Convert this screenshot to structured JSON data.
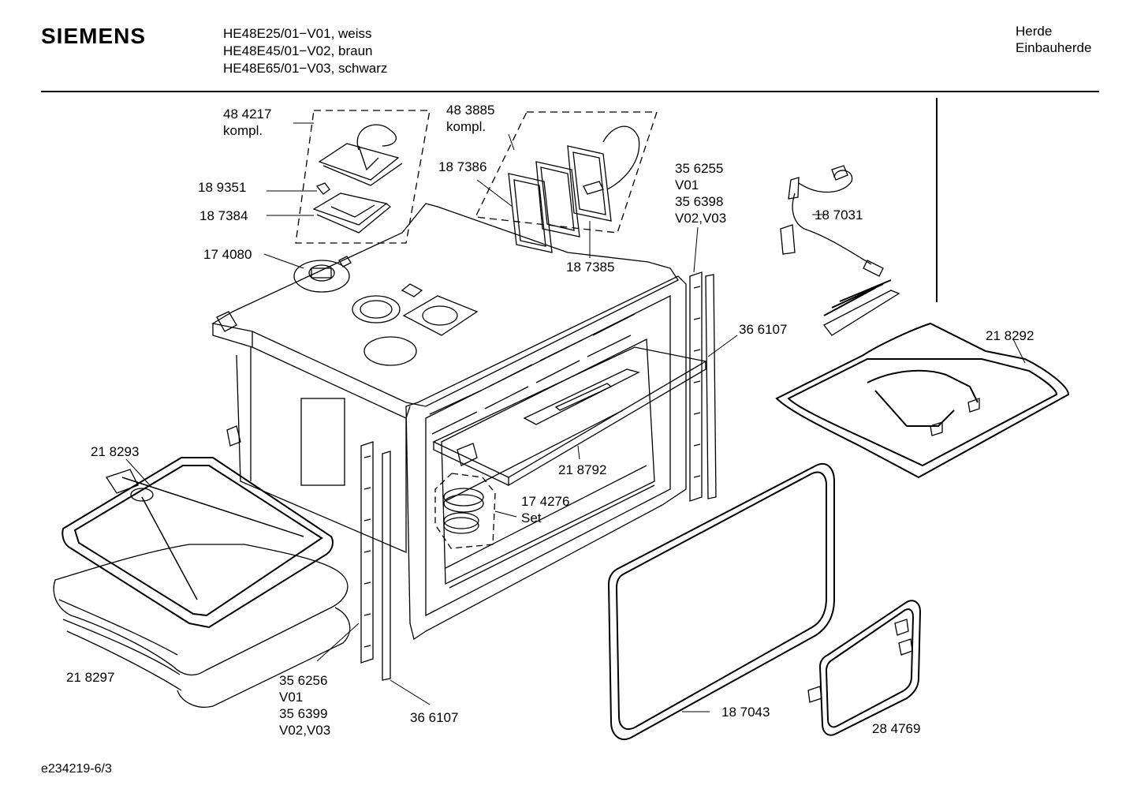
{
  "header": {
    "brand": "SIEMENS",
    "models": [
      "HE48E25/01−V01, weiss",
      "HE48E45/01−V02, braun",
      "HE48E65/01−V03, schwarz"
    ],
    "category": [
      "Herde",
      "Einbauherde"
    ]
  },
  "footer": {
    "doc_id": "e234219-6/3"
  },
  "parts": {
    "p484217": [
      "48 4217",
      "kompl."
    ],
    "p483885": [
      "48 3885",
      "kompl."
    ],
    "p189351": "18 9351",
    "p187384": "18 7384",
    "p187386": "18 7386",
    "p174080": "17 4080",
    "p187385": "18 7385",
    "p356255": [
      "35 6255",
      "V01",
      "35 6398",
      "V02,V03"
    ],
    "p187031": "18 7031",
    "p366107a": "36 6107",
    "p218292": "21 8292",
    "p218293": "21 8293",
    "p218792": "21 8792",
    "p174276": [
      "17 4276",
      "Set"
    ],
    "p218297": "21 8297",
    "p356256": [
      "35 6256",
      "V01",
      "35 6399",
      "V02,V03"
    ],
    "p366107b": "36 6107",
    "p187043": "18 7043",
    "p284769": "28 4769"
  },
  "colors": {
    "ink": "#000000",
    "paper": "#ffffff"
  }
}
